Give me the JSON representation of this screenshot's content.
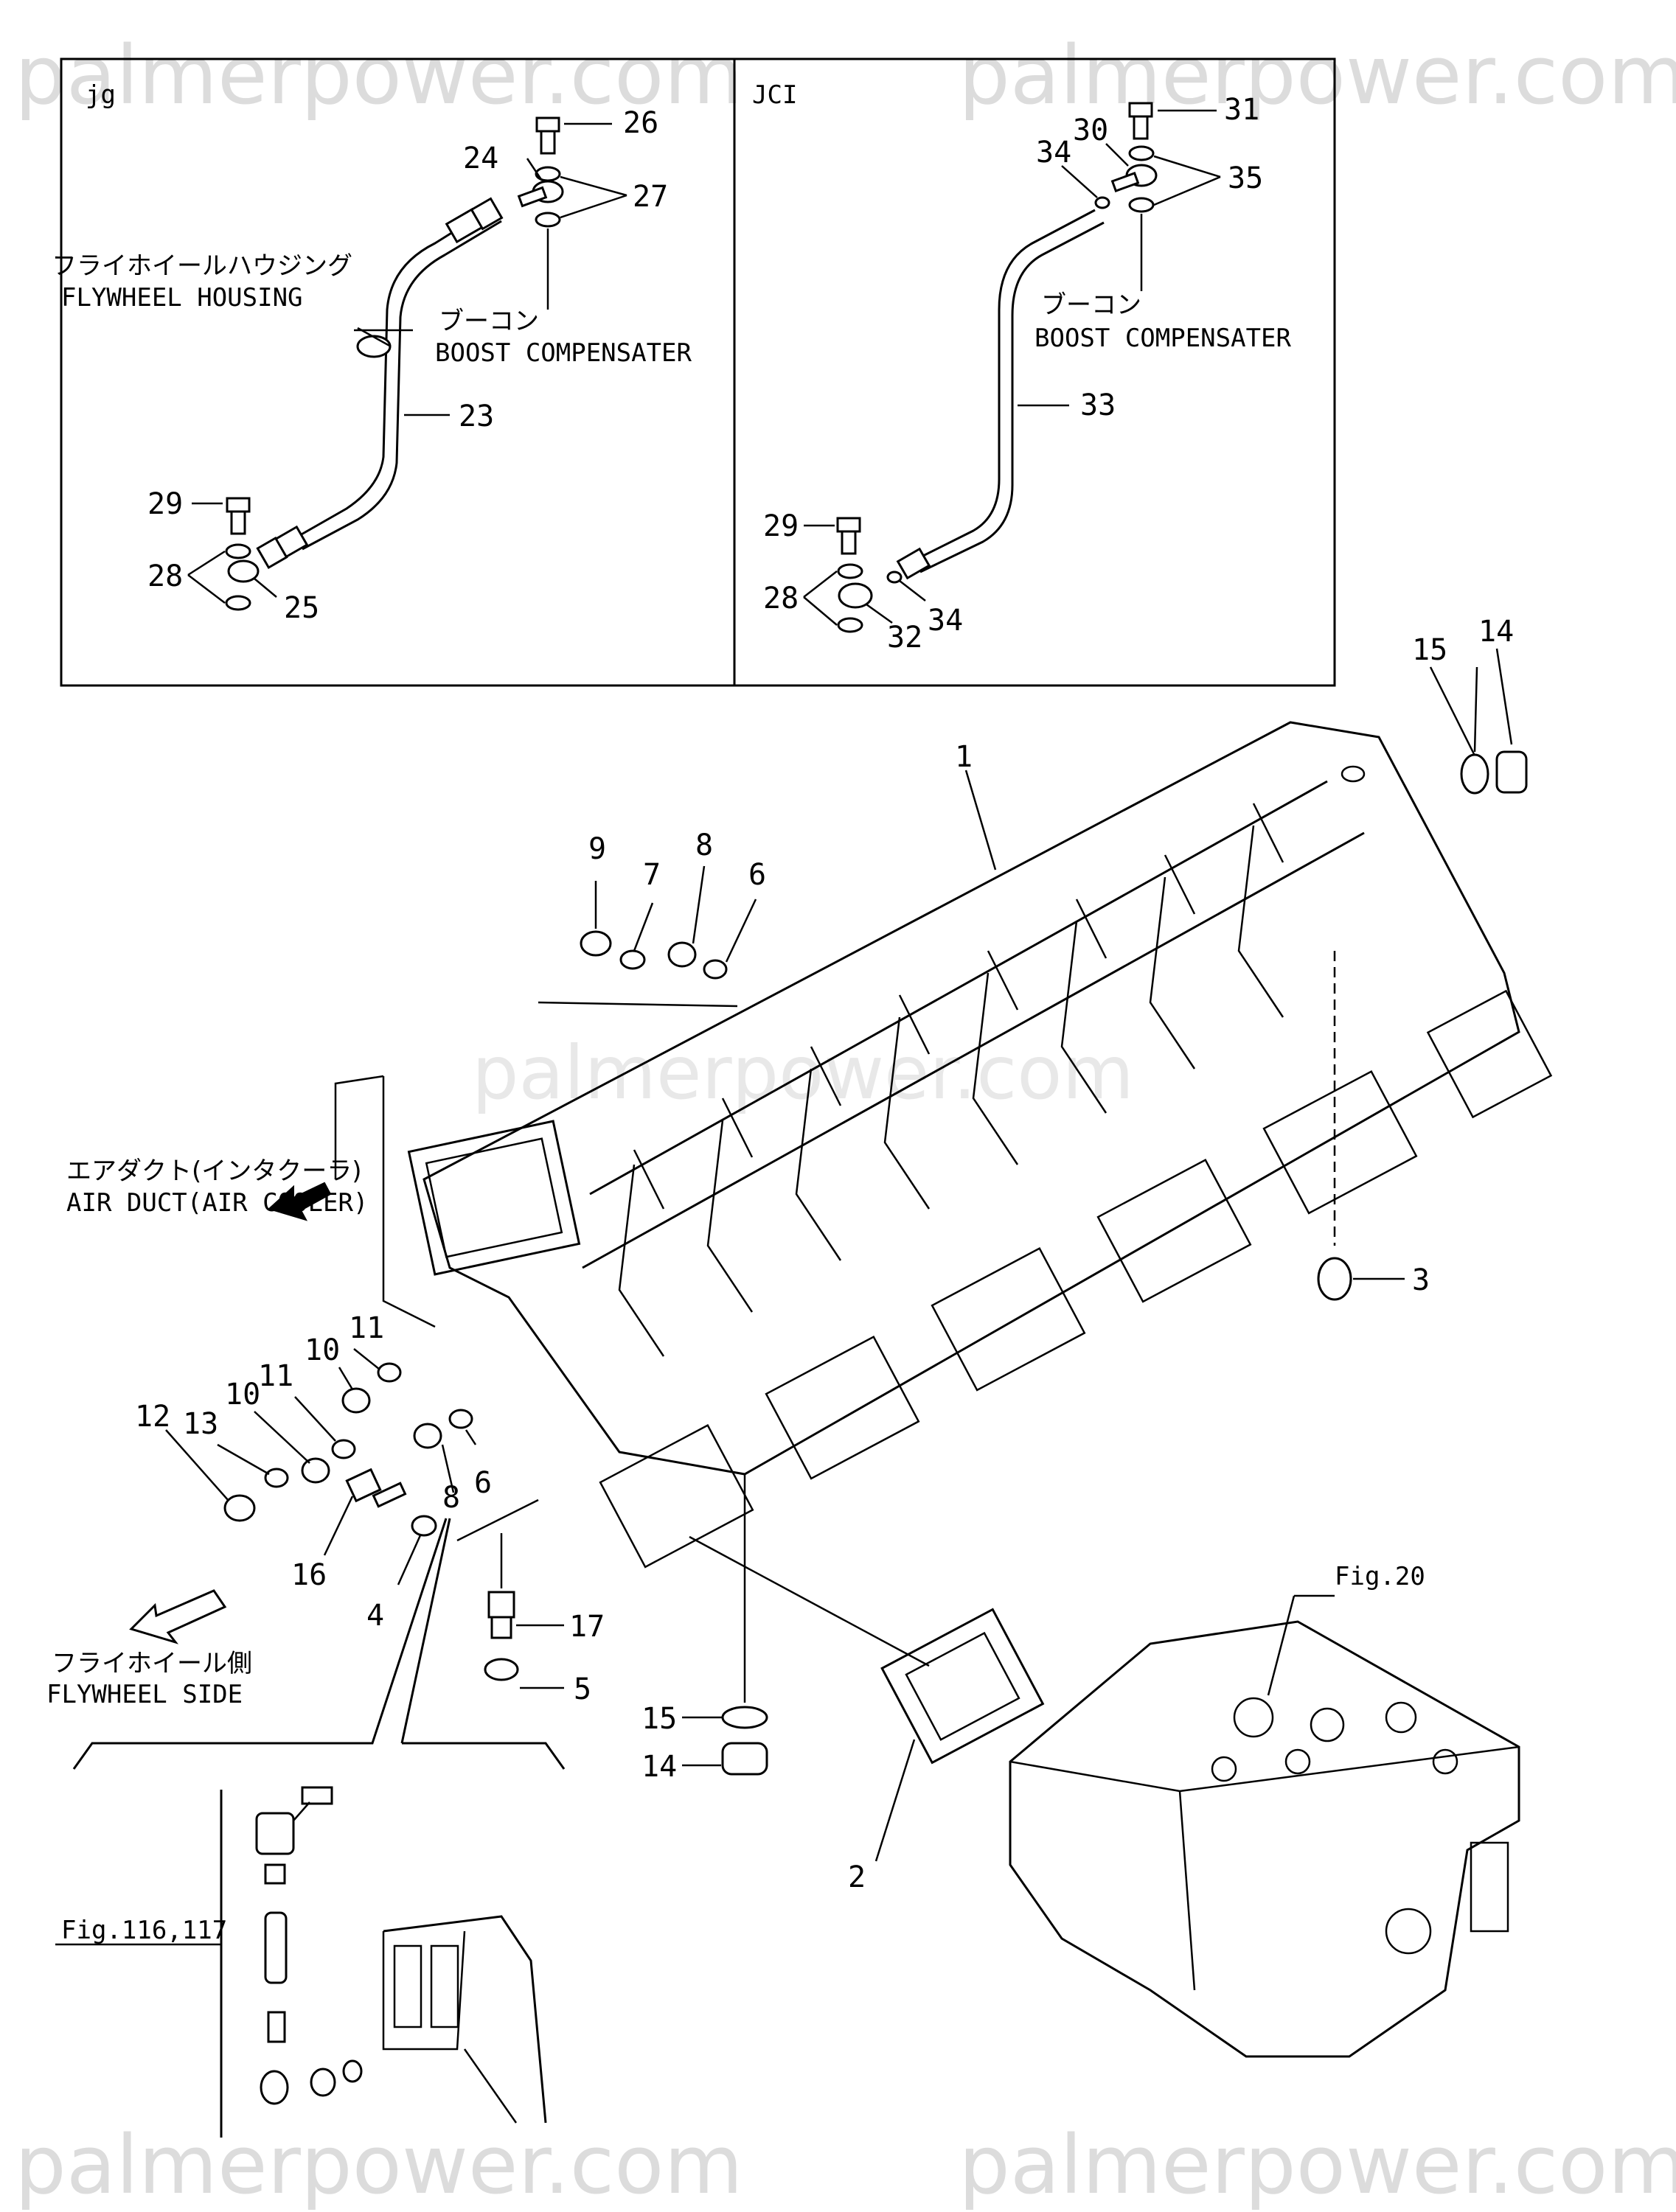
{
  "watermark": {
    "text": "palmerpower.com"
  },
  "panels": {
    "left": {
      "title": "jg"
    },
    "right": {
      "title": "JCI"
    }
  },
  "labels": {
    "flywheel_housing_jp": "フライホイールハウジング",
    "flywheel_housing_en": "FLYWHEEL HOUSING",
    "boost_comp_jp_left": "ブーコン",
    "boost_comp_en_left": "BOOST COMPENSATER",
    "boost_comp_jp_right": "ブーコン",
    "boost_comp_en_right": "BOOST COMPENSATER",
    "air_duct_jp": "エアダクト(インタクーラ)",
    "air_duct_en": "AIR DUCT(AIR COOLER)",
    "flywheel_side_jp": "フライホイール側",
    "flywheel_side_en": "FLYWHEEL SIDE",
    "fig20": "Fig.20",
    "fig116": "Fig.116,117"
  },
  "part_numbers": {
    "p26": "26",
    "p24": "24",
    "p27": "27",
    "p23": "23",
    "p29a": "29",
    "p28a": "28",
    "p25": "25",
    "p31": "31",
    "p30": "30",
    "p34a": "34",
    "p35": "35",
    "p33": "33",
    "p29b": "29",
    "p28b": "28",
    "p32": "32",
    "p34b": "34",
    "p1": "1",
    "p14a": "14",
    "p15a": "15",
    "p9": "9",
    "p7": "7",
    "p8a": "8",
    "p6a": "6",
    "p3": "3",
    "p11a": "11",
    "p10a": "10",
    "p11b": "11",
    "p10b": "10",
    "p13": "13",
    "p12": "12",
    "p8b": "8",
    "p6b": "6",
    "p16": "16",
    "p4": "4",
    "p17": "17",
    "p5": "5",
    "p15b": "15",
    "p14b": "14",
    "p2": "2"
  }
}
